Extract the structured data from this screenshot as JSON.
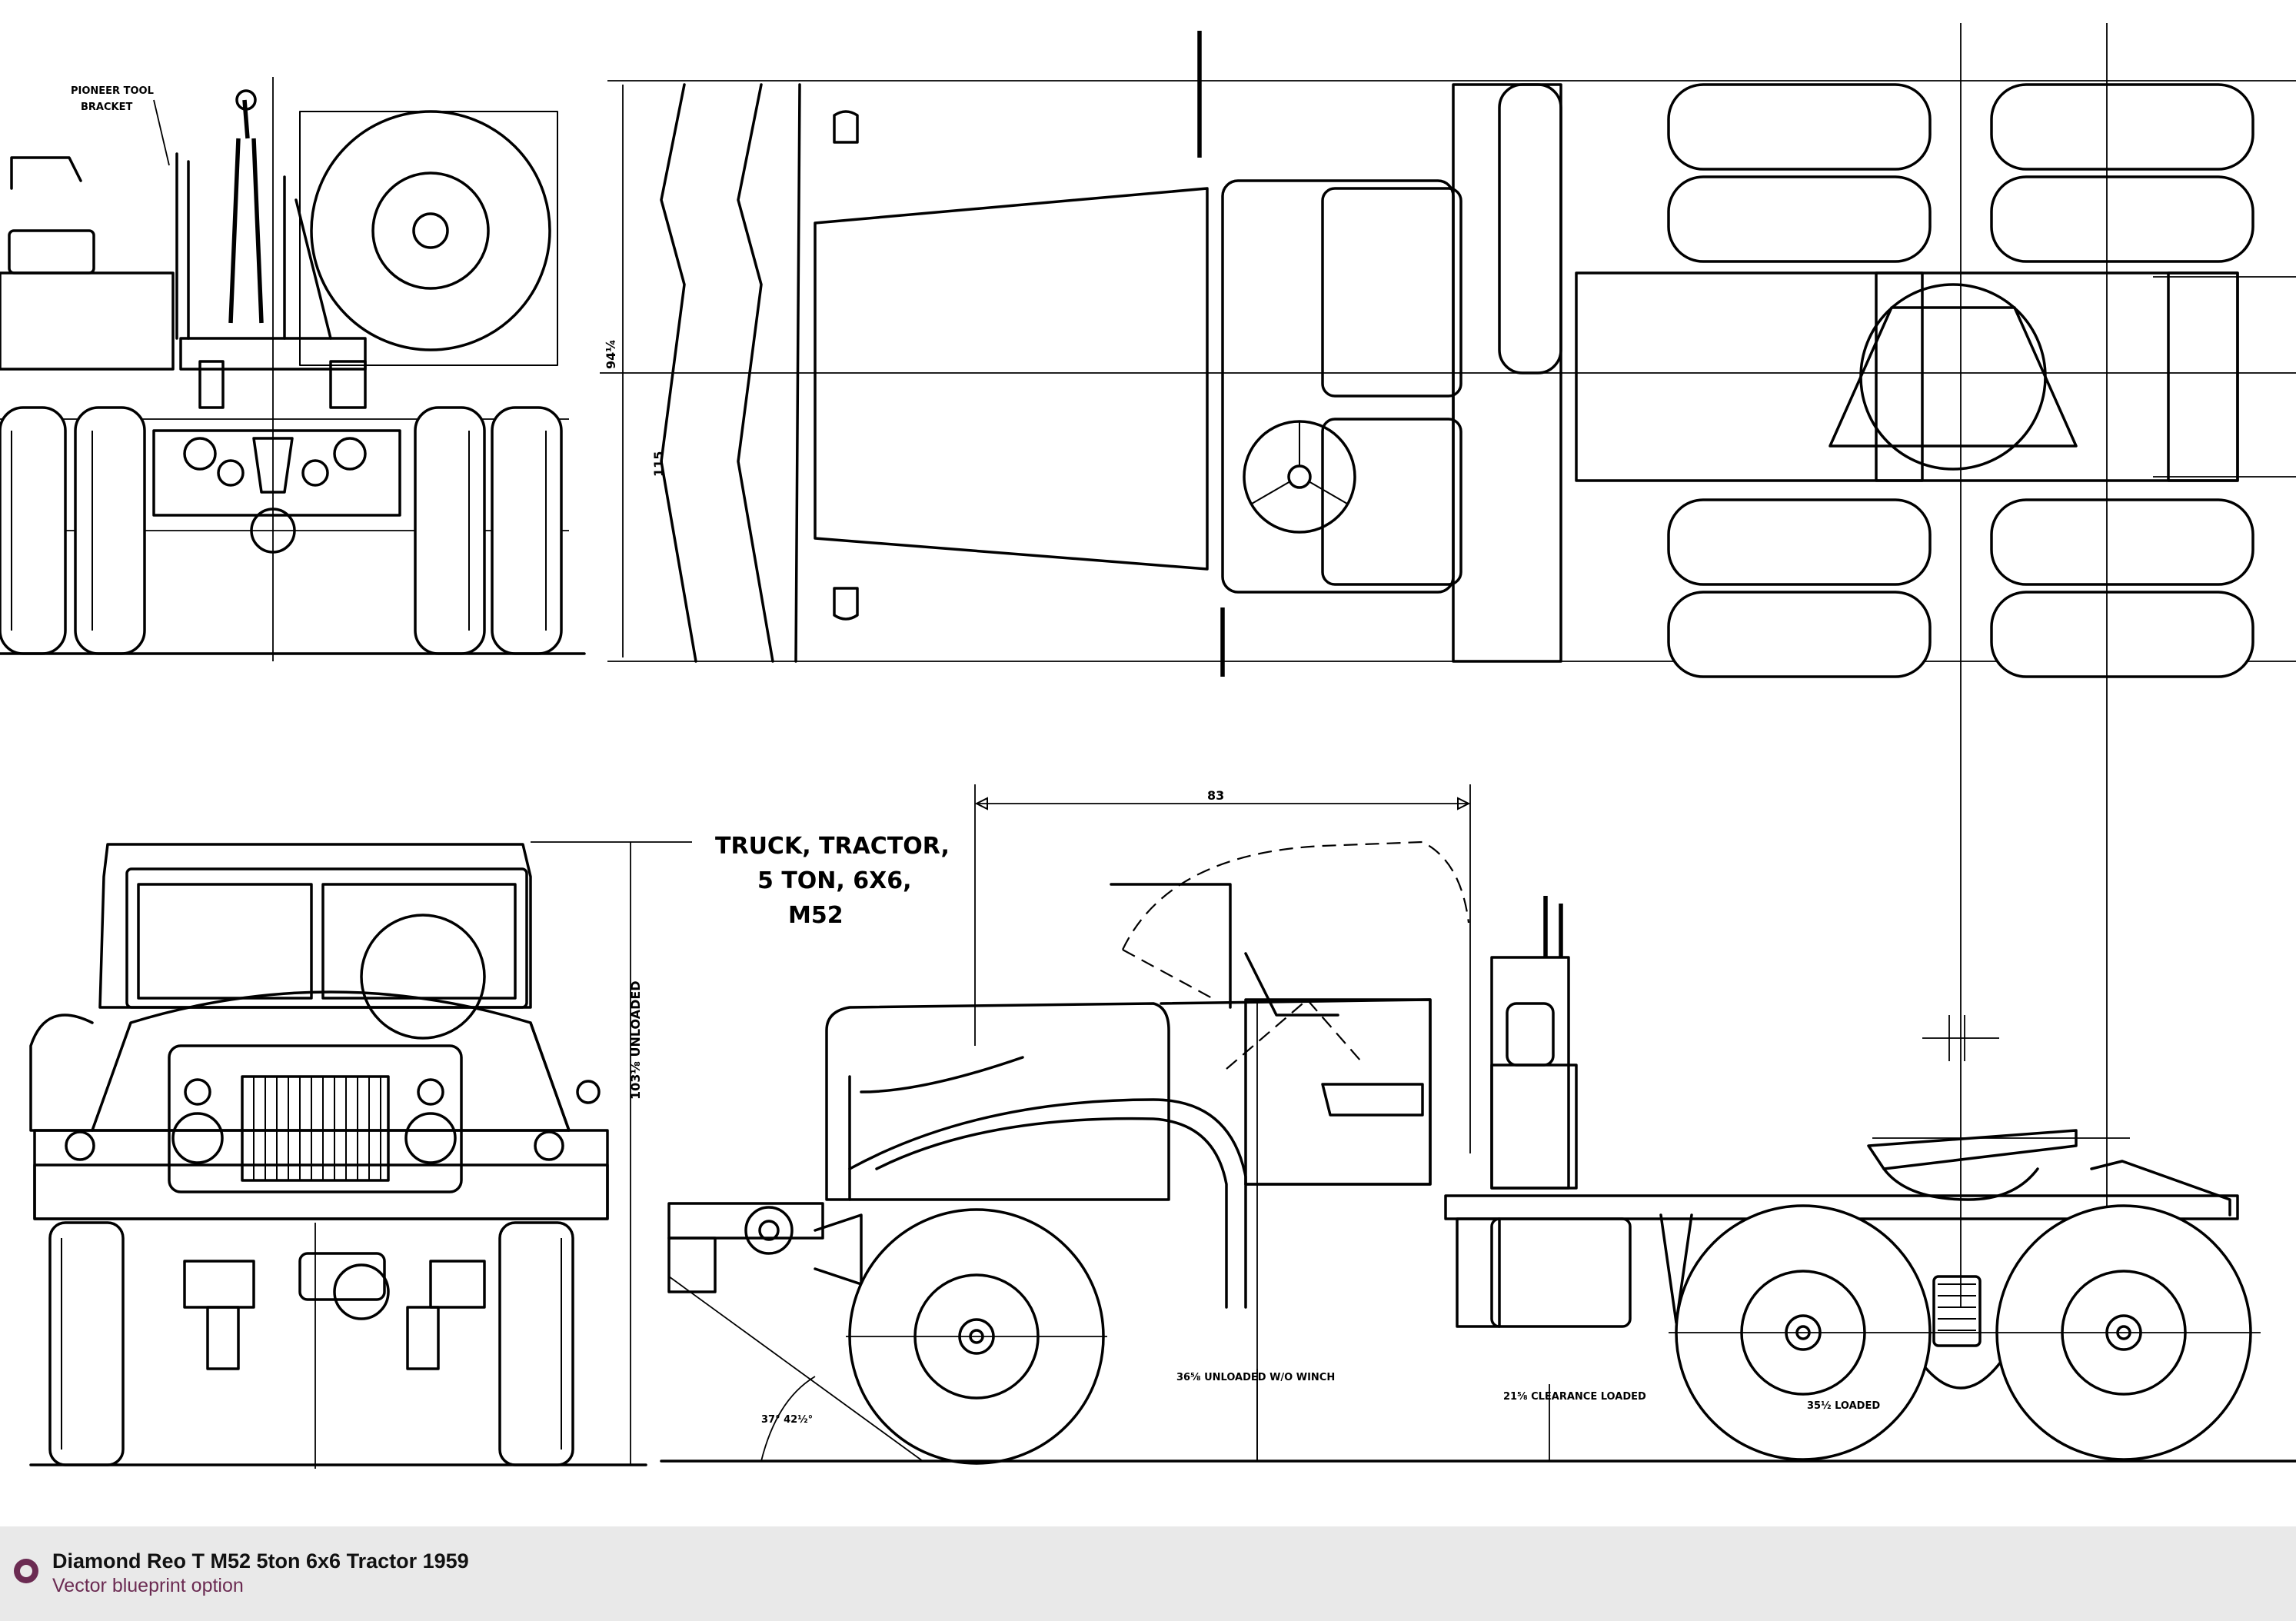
{
  "drawing": {
    "title_lines": [
      "TRUCK, TRACTOR,",
      "5 TON, 6X6,",
      "M52"
    ],
    "annotations": {
      "pioneer_tool_bracket": [
        "PIONEER TOOL",
        "BRACKET"
      ],
      "dim_83": "83",
      "dim_unloaded": "36⅝ UNLOADED W/O WINCH",
      "dim_clearance": "21⅝ CLEARANCE LOADED",
      "dim_loaded": "35½ LOADED",
      "dim_angle": "37° 42½°",
      "dim_height": "103⅛ UNLOADED",
      "dim_width": "94¼",
      "dim_115": "115"
    },
    "line_color": "#000000",
    "background": "#ffffff"
  },
  "footer": {
    "title": "Diamond Reo T M52 5ton 6x6 Tractor 1959",
    "subtitle": "Vector blueprint option",
    "icon": "circle-ring-icon",
    "background": "#e9e9e9",
    "accent": "#6b2b52"
  }
}
